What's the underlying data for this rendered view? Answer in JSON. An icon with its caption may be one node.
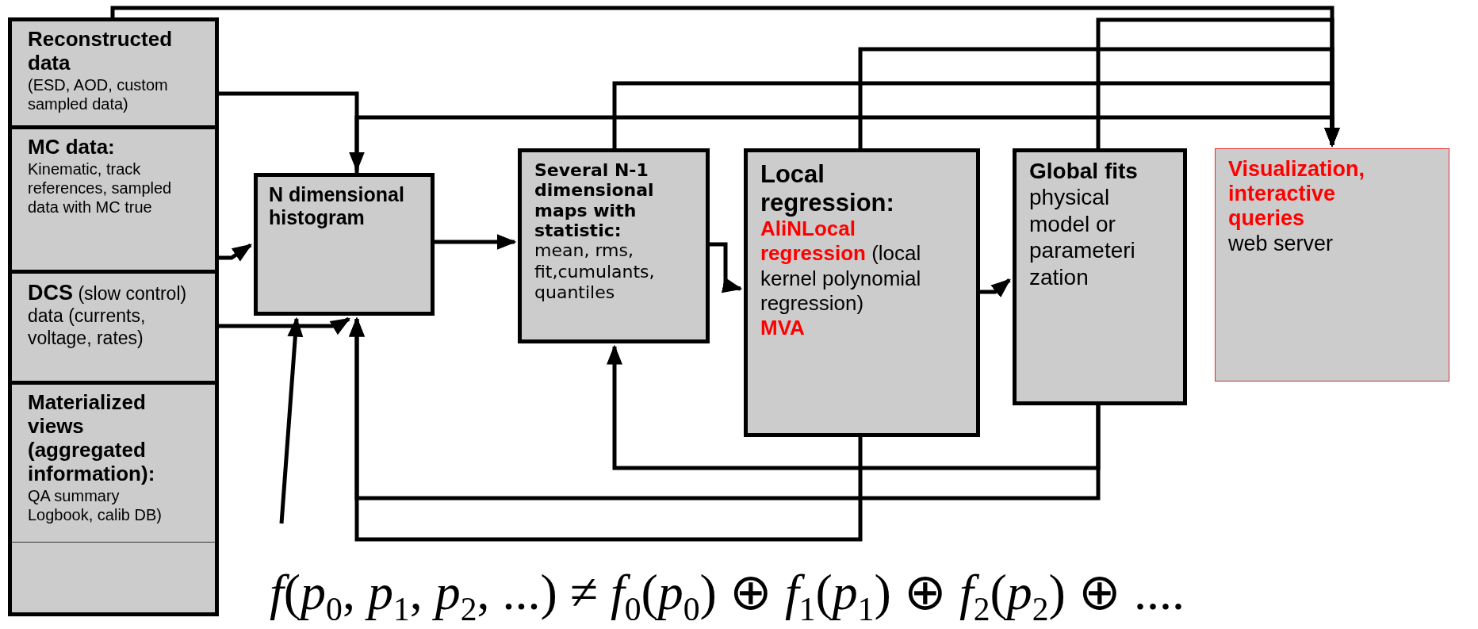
{
  "diagram": {
    "nodes": [
      {
        "text": [
          "Reconstructed data",
          "(ESD, AOD, custom sampled data)"
        ]
      },
      {
        "text": [
          "MC data:",
          "Kinematic, track references, sampled data with MC true"
        ]
      },
      {
        "text": [
          "**DCS** (slow control) data (currents, voltage, rates)"
        ]
      },
      {
        "text": [
          "Materialized views (aggregated information):",
          "QA summary Logbook, calib DB)"
        ]
      },
      {
        "text": [
          "N dimensional histogram"
        ]
      },
      {
        "text": [
          "Several N-1 dimensional maps with statistic:",
          "mean, rms, fit,cumulants, quantiles"
        ]
      },
      {
        "text": [
          "Local regression:",
          "**AliNLocal regression** (local kernel polynomial regression)",
          "**MVA**"
        ]
      },
      {
        "text": [
          "Global fits",
          "physical model or parameteri zation"
        ]
      },
      {
        "text": [
          "Visualization, interactive queries",
          "web server"
        ]
      },
      {
        "text": [
          "*f*(*p*$_{0}$, *p*$_{1}$, *p*$_{2}$, ...) ≠ *f*$_{0}$(*p*$_{0}$) ⊕ *f*$_{1}$(*p*$_{1}$) ⊕ *f*$_{2}$(*p*$_{2}$) ⊕ ...."
        ]
      }
    ],
    "edges": [
      {
        "from": 0,
        "to": 4,
        "arrow": "to"
      },
      {
        "from": 1,
        "to": 4,
        "arrow": "to"
      },
      {
        "from": 2,
        "to": 4,
        "arrow": "to"
      },
      {
        "from": 4,
        "to": 5,
        "arrow": "to"
      },
      {
        "from": 5,
        "to": 6,
        "arrow": "to"
      },
      {
        "from": 6,
        "to": 7,
        "arrow": "to"
      },
      {
        "from": 9,
        "to": 4,
        "arrow": "to"
      },
      {
        "from": 6,
        "to": 4,
        "arrow": "to"
      },
      {
        "from": 7,
        "to": 4,
        "arrow": "to"
      },
      {
        "from": 7,
        "to": 5,
        "arrow": "to"
      },
      {
        "from": 0,
        "to": 8,
        "arrow": "to"
      },
      {
        "from": 7,
        "to": 8,
        "arrow": "to"
      },
      {
        "from": 6,
        "to": 8,
        "arrow": "to"
      },
      {
        "from": 5,
        "to": 8,
        "arrow": "to"
      },
      {
        "from": 4,
        "to": 8,
        "arrow": "to"
      }
    ]
  }
}
